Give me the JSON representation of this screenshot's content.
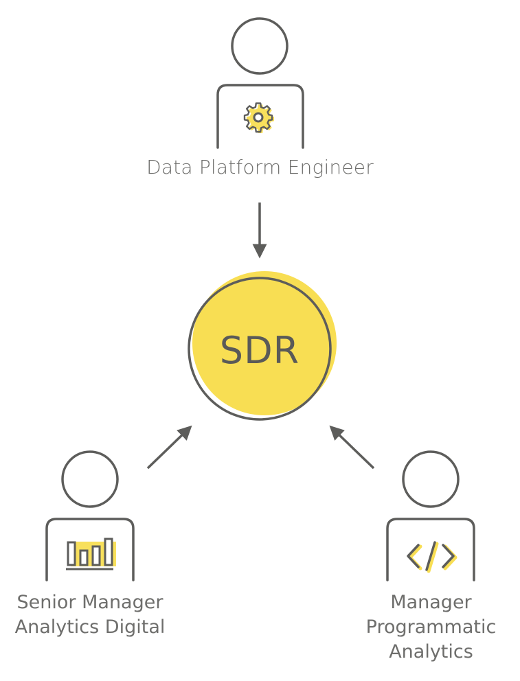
{
  "diagram": {
    "center": {
      "label": "SDR",
      "fill_color": "#f8de53",
      "stroke_color": "#5d5d5b"
    },
    "roles": [
      {
        "id": "top",
        "lines": [
          "Data Platform Engineer"
        ],
        "icon": "gear-icon"
      },
      {
        "id": "left",
        "lines": [
          "Senior Manager",
          "Analytics Digital"
        ],
        "icon": "bar-chart-icon"
      },
      {
        "id": "right",
        "lines": [
          "Manager",
          "Programmatic",
          "Analytics"
        ],
        "icon": "code-icon"
      }
    ],
    "colors": {
      "line": "#5d5d5b",
      "accent": "#f8de53",
      "text": "#6e6e6c",
      "background": "#ffffff"
    }
  }
}
